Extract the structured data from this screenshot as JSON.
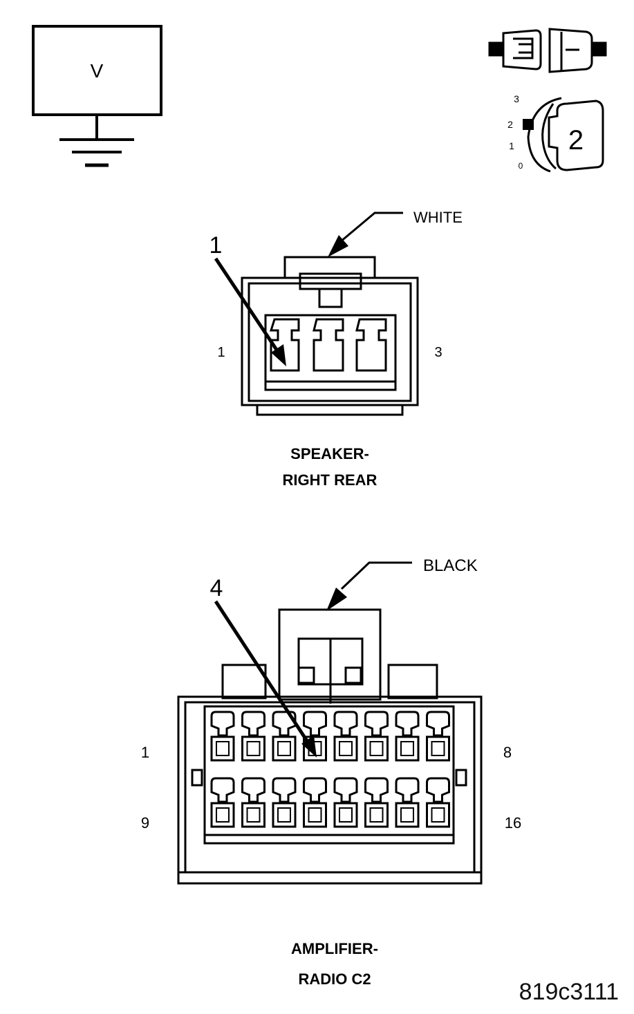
{
  "meter": {
    "label": "V"
  },
  "ignition_switch": {
    "positions": [
      "3",
      "2",
      "1",
      "0"
    ],
    "selected": "2"
  },
  "speaker_connector": {
    "color": "WHITE",
    "callout": "1",
    "pin_left": "1",
    "pin_right": "3",
    "title_line1": "SPEAKER-",
    "title_line2": "RIGHT REAR"
  },
  "amp_connector": {
    "color": "BLACK",
    "callout": "4",
    "pin_top_left": "1",
    "pin_top_right": "8",
    "pin_bottom_left": "9",
    "pin_bottom_right": "16",
    "title_line1": "AMPLIFIER-",
    "title_line2": "RADIO C2"
  },
  "figure_ref": "819c3111"
}
